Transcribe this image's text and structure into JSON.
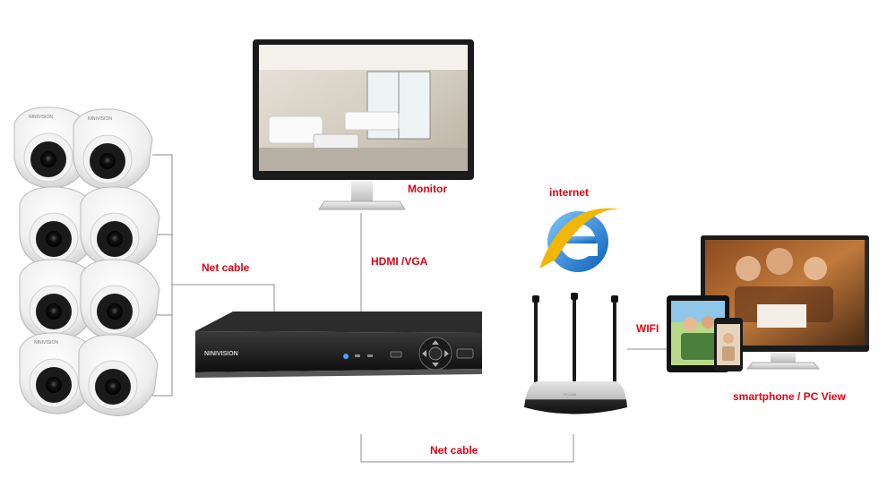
{
  "labels": {
    "net_cable_left": "Net cable",
    "hdmi_vga": "HDMI /VGA",
    "monitor": "Monitor",
    "internet": "internet",
    "wifi": "WIFI",
    "view": "smartphone / PC View",
    "net_cable_bottom": "Net cable"
  },
  "brand": {
    "camera": "NINIVISION",
    "dvr": "NINIVISION"
  },
  "colors": {
    "label": "#e60012",
    "line": "#8c8c8c",
    "ie_blue": "#1c7fd6"
  },
  "camera_count": 8
}
